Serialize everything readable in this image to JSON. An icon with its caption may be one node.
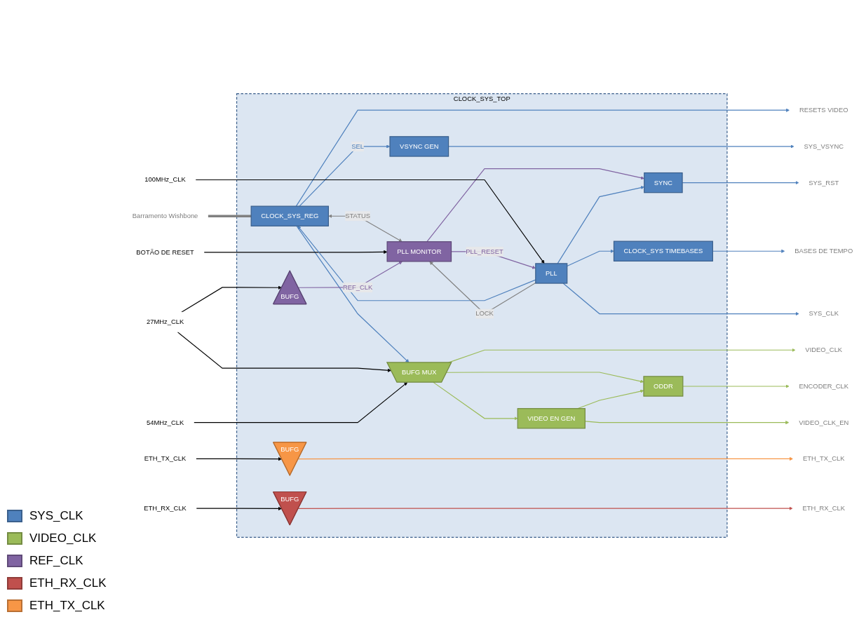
{
  "diagram": {
    "nodes": [
      {
        "text": [
          "CLOCK_SYS_TOP"
        ]
      },
      {
        "text": [
          "CLOCK_SYS_REG"
        ],
        "in": 0
      },
      {
        "text": [
          "VSYNC GEN"
        ],
        "in": 0
      },
      {
        "text": [
          "CLOCK_SYS TIMEBASES"
        ],
        "in": 0
      },
      {
        "text": [
          "PLL MONITOR"
        ],
        "in": 0
      },
      {
        "text": [
          "SYNC"
        ],
        "in": 0
      },
      {
        "text": [
          "PLL"
        ],
        "in": 0
      },
      {
        "text": [
          "BUFG"
        ],
        "in": 0
      },
      {
        "text": [
          "ODDR"
        ],
        "in": 0
      },
      {
        "text": [
          "VIDEO EN GEN"
        ],
        "in": 0
      },
      {
        "text": [
          "BUFG"
        ],
        "in": 0
      },
      {
        "text": [
          "BUFG"
        ],
        "in": 0
      },
      {
        "text": [
          "BUFG MUX"
        ],
        "in": 0
      },
      {
        "text": [
          "Barramento Wishbone"
        ]
      },
      {
        "text": [
          "RESETS VIDEO"
        ]
      },
      {
        "text": [
          "SYS_VSYNC"
        ]
      },
      {
        "text": [
          "BASES DE TEMPO"
        ]
      },
      {
        "text": [
          "BOTÃO DE RESET"
        ]
      },
      {
        "text": [
          "SYS_RST"
        ]
      },
      {
        "text": [
          "100MHz_CLK"
        ]
      },
      {
        "text": [
          "SYS_CLK"
        ]
      },
      {
        "text": [
          "27MHz_CLK"
        ]
      },
      {
        "text": [
          "54MHz_CLK"
        ]
      },
      {
        "text": [
          "ETH_TX_CLK"
        ]
      },
      {
        "text": [
          "ETH_RX_CLK"
        ]
      },
      {
        "text": [
          "ENCODER_CLK"
        ]
      },
      {
        "text": [
          "VIDEO_CLK_EN"
        ]
      },
      {
        "text": [
          "ETH_RX_CLK"
        ]
      },
      {
        "text": [
          "ETH_TX_CLK"
        ]
      },
      {
        "text": [
          "VIDEO_CLK"
        ]
      }
    ],
    "edges": [
      {
        "from": 13,
        "to": 1,
        "arrow": "none",
        "style": "thick",
        "color": "#808080"
      },
      {
        "from": 1,
        "to": 14,
        "arrow": "to"
      },
      {
        "from": 1,
        "to": 2,
        "label": "SEL",
        "arrow": "to"
      },
      {
        "from": 2,
        "to": 15,
        "arrow": "to"
      },
      {
        "from": 3,
        "to": 16,
        "arrow": "to"
      },
      {
        "from": 1,
        "to": 4,
        "label": "STATUS",
        "arrow": "both",
        "color": "#808080"
      },
      {
        "from": 1,
        "to": 12,
        "arrow": "to"
      },
      {
        "from": 17,
        "to": 4,
        "arrow": "to",
        "color": "#000000"
      },
      {
        "from": 4,
        "to": 5,
        "arrow": "to",
        "color": "#8064a2"
      },
      {
        "from": 5,
        "to": 18,
        "arrow": "to"
      },
      {
        "from": 19,
        "to": 6,
        "arrow": "to",
        "color": "#000000"
      },
      {
        "from": 6,
        "to": 3,
        "arrow": "to"
      },
      {
        "from": 6,
        "to": 1,
        "arrow": "to"
      },
      {
        "from": 6,
        "to": 5,
        "arrow": "to"
      },
      {
        "from": 6,
        "to": 20,
        "arrow": "to"
      },
      {
        "from": 4,
        "to": 6,
        "label": "PLL_RESET",
        "arrow": "to",
        "color": "#8064a2"
      },
      {
        "from": 6,
        "to": 4,
        "label": "LOCK",
        "arrow": "to",
        "color": "#808080"
      },
      {
        "from": 7,
        "to": 4,
        "label": "REF_CLK",
        "arrow": "to",
        "color": "#8064a2"
      },
      {
        "from": 21,
        "to": 7,
        "arrow": "to",
        "color": "#000000"
      },
      {
        "from": 21,
        "to": 12,
        "arrow": "to",
        "color": "#000000"
      },
      {
        "from": 22,
        "to": 12,
        "arrow": "to",
        "color": "#000000"
      },
      {
        "from": 23,
        "to": 11,
        "arrow": "to",
        "color": "#000000"
      },
      {
        "from": 24,
        "to": 10,
        "arrow": "to",
        "color": "#000000"
      },
      {
        "from": 10,
        "to": 27,
        "arrow": "to",
        "color": "#c0504d"
      },
      {
        "from": 11,
        "to": 28,
        "arrow": "to",
        "color": "#f79646"
      },
      {
        "from": 12,
        "to": 29,
        "arrow": "to",
        "color": "#9bbb59"
      },
      {
        "from": 12,
        "to": 8,
        "arrow": "to",
        "color": "#9bbb59"
      },
      {
        "from": 12,
        "to": 9,
        "arrow": "to",
        "color": "#9bbb59"
      },
      {
        "from": 8,
        "to": 25,
        "arrow": "to",
        "color": "#9bbb59"
      },
      {
        "from": 9,
        "to": 26,
        "arrow": "to",
        "color": "#9bbb59"
      },
      {
        "from": 9,
        "to": 8,
        "arrow": "to",
        "color": "#9bbb59"
      }
    ],
    "legend": [
      {
        "text": "SYS_CLK",
        "color": "#4f81bd"
      },
      {
        "text": "VIDEO_CLK",
        "color": "#9bbb59"
      },
      {
        "text": "REF_CLK",
        "color": "#8064a2"
      },
      {
        "text": "ETH_RX_CLK",
        "color": "#c0504d"
      },
      {
        "text": "ETH_TX_CLK",
        "color": "#f79646"
      }
    ]
  }
}
